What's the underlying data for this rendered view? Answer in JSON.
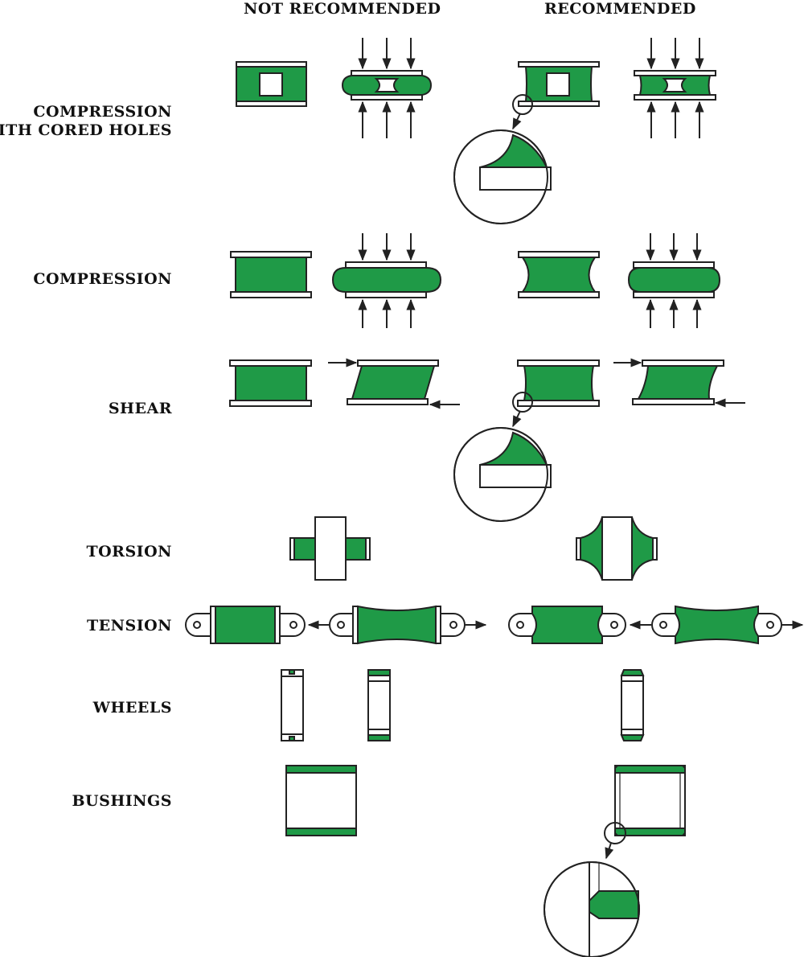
{
  "headers": {
    "left": "NOT RECOMMENDED",
    "right": "RECOMMENDED"
  },
  "rows": {
    "compression_cored": [
      "COMPRESSION",
      "WITH CORED HOLES"
    ],
    "compression": "COMPRESSION",
    "shear": "SHEAR",
    "torsion": "TORSION",
    "tension": "TENSION",
    "wheels": "WHEELS",
    "bushings": "BUSHINGS"
  },
  "colors": {
    "rubber": "#1f9a47",
    "line": "#222222",
    "paper": "#ffffff"
  }
}
